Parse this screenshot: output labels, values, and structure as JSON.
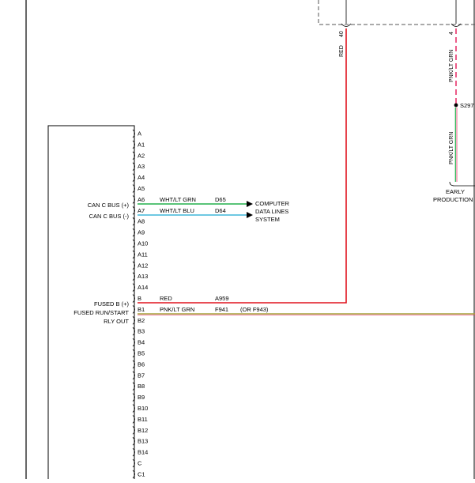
{
  "colors": {
    "red": "#e0141e",
    "green": "#22b14c",
    "cyan": "#3fb6d8",
    "pink": "#e8336a",
    "olive": "#a5a23b",
    "black": "#000000",
    "dash": "#555555"
  },
  "connector": {
    "pins": [
      "A",
      "A1",
      "A2",
      "A3",
      "A4",
      "A5",
      "A6",
      "A7",
      "A8",
      "A9",
      "A10",
      "A11",
      "A12",
      "A13",
      "A14",
      "B",
      "B1",
      "B2",
      "B3",
      "B4",
      "B5",
      "B6",
      "B7",
      "B8",
      "B9",
      "B10",
      "B11",
      "B12",
      "B13",
      "B14",
      "C",
      "C1"
    ],
    "labels": {
      "can_c_bus_plus": "CAN C BUS (+)",
      "can_c_bus_minus": "CAN C BUS (-)",
      "fused_b_plus": "FUSED B (+)",
      "fused_run_start": "FUSED RUN/START",
      "rly_out": "RLY OUT"
    }
  },
  "wires": {
    "a6": {
      "color": "WHT/LT GRN",
      "circuit": "D65"
    },
    "a7": {
      "color": "WHT/LT BLU",
      "circuit": "D64"
    },
    "b": {
      "color": "RED",
      "circuit": "A959"
    },
    "b1": {
      "color": "PNK/LT GRN",
      "circuit": "F941",
      "alt": "(OR F943)"
    }
  },
  "computer_data_lines": {
    "line1": "COMPUTER",
    "line2": "DATA LINES",
    "line3": "SYSTEM"
  },
  "top_right": {
    "red_wire_label": "RED",
    "red_pin": "40",
    "pnk_wire_label": "PNK/LT GRN",
    "pnk_pin": "4",
    "splice": "S297",
    "lower_wire_label": "PNK/LT GRN",
    "early_label": "EARLY",
    "production_label": "PRODUCTION"
  }
}
